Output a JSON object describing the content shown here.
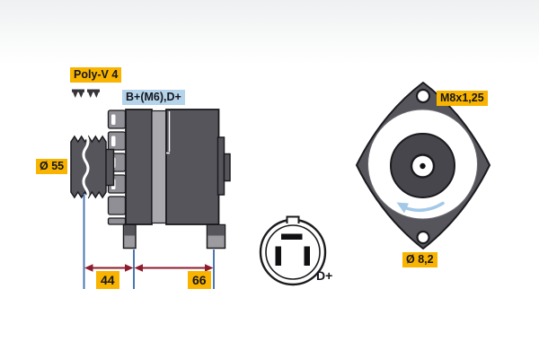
{
  "labels": {
    "belt_type": "Poly-V 4",
    "terminals": "B+(M6),D+",
    "pulley_diameter": "Ø 55",
    "dim_pulley_to_mount": "44",
    "dim_mount_span": "66",
    "thread_spec": "M8x1,25",
    "mount_hole_diameter": "Ø 8,2",
    "connector_terminal": "D+"
  },
  "colors": {
    "label_bg": "#f8b400",
    "label_text": "#15151f",
    "terminal_bg": "#b5d3e9",
    "body_dark": "#55555b",
    "body_mid": "#8f8f95",
    "body_light": "#a9a9ae",
    "foot_light": "#9b9ba0",
    "outline": "#1b1b1f",
    "dim_red": "#8e1c2d",
    "ext_blue": "#4a78b0",
    "rot_blue": "#a3c9e9",
    "ring_gray": "#6a6a70"
  }
}
